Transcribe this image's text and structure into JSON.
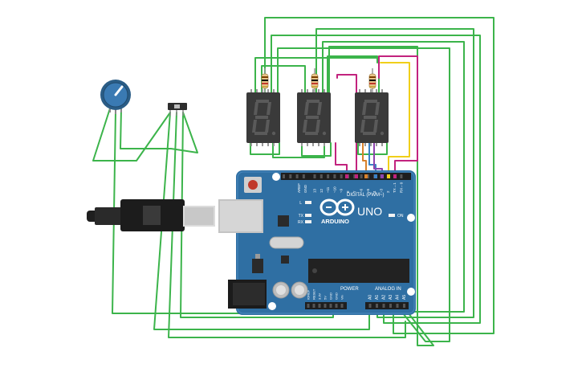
{
  "board": {
    "brand": "ARDUINO",
    "model": "UNO",
    "digital_label": "DIGITAL (PWM~)",
    "power_label": "POWER",
    "analog_label": "ANALOG IN",
    "on_label": "ON",
    "aref_label": "AREF",
    "gnd_label": "GND",
    "tx_label": "TX",
    "rx_label": "RX",
    "l_label": "L",
    "digital_pins": [
      "13",
      "12",
      "~11",
      "~10",
      "~9",
      "8",
      "7",
      "~6",
      "~5",
      "4",
      "~3",
      "2",
      "TX→1",
      "RX←0"
    ],
    "power_pins": [
      "IOREF",
      "RESET",
      "3.3V",
      "5V",
      "GND",
      "GND",
      "Vin"
    ],
    "analog_pins": [
      "A0",
      "A1",
      "A2",
      "A3",
      "A4",
      "A5"
    ]
  },
  "colors": {
    "wire_green": "#3cb44b",
    "wire_magenta": "#c2237e",
    "wire_yellow": "#f0cf1a",
    "wire_blue": "#3b82c4",
    "wire_orange": "#d9822b",
    "board_blue": "#2f6fa3",
    "display_body": "#3a3a3a",
    "segment_off": "#5a5a5a"
  },
  "icons": {
    "potentiometer": "potentiometer-icon",
    "slide_switch": "slide-switch-icon",
    "usb_cable": "usb-cable-icon",
    "logo": "arduino-infinity-logo"
  }
}
